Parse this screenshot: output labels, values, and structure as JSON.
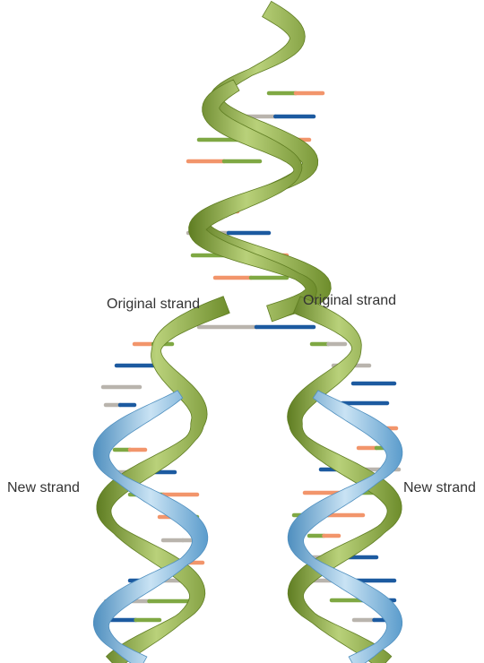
{
  "labels": {
    "original_left": "Original strand",
    "original_right": "Original strand",
    "new_left": "New strand",
    "new_right": "New strand"
  },
  "colors": {
    "original_strand": "#8aab45",
    "original_strand_light": "#b9d17a",
    "original_strand_dark": "#5f7d22",
    "new_strand": "#8bbfe3",
    "new_strand_light": "#c9e3f4",
    "new_strand_dark": "#4f8fbf",
    "base_green": "#7fa843",
    "base_orange": "#f2956b",
    "base_blue": "#1c5aa0",
    "base_gray": "#b9b4ad"
  }
}
